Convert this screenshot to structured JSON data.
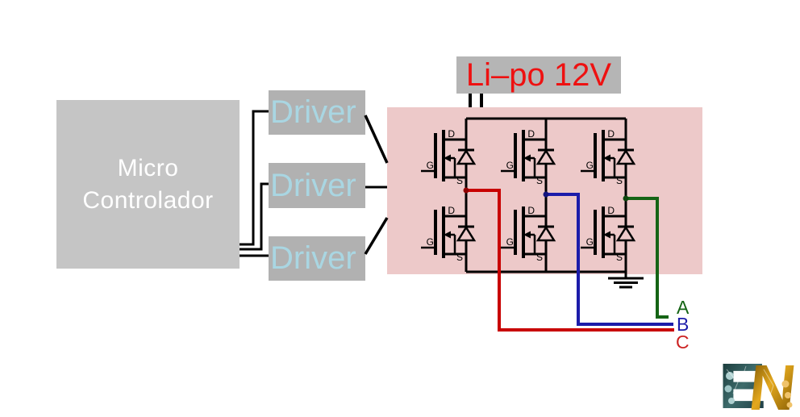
{
  "mcu": {
    "label": "Micro Controlador"
  },
  "drivers": [
    {
      "label": "Driver"
    },
    {
      "label": "Driver"
    },
    {
      "label": "Driver"
    }
  ],
  "battery": {
    "label": "Li–po 12V"
  },
  "inverter": {
    "fet_labels": {
      "d": "D",
      "g": "G",
      "s": "S"
    },
    "transistor_count": 6
  },
  "phases": [
    {
      "label": "A"
    },
    {
      "label": "B"
    },
    {
      "label": "C"
    }
  ],
  "logo": {
    "text": "EN"
  },
  "colors": {
    "mcu_bg": "#c5c5c5",
    "mcu_text": "#ffffff",
    "driver_bg": "#b1b1b1",
    "driver_text": "#a9d6e2",
    "lipo_bg": "#b5b5b5",
    "lipo_text": "#ee1111",
    "inverter_bg": "#edc9c9",
    "wire_black": "#000000",
    "wire_a": "#156415",
    "wire_b": "#1c1caa",
    "wire_c": "#c80000",
    "label_a": "#156415",
    "label_b": "#1c1caa",
    "label_c": "#cc2222"
  }
}
